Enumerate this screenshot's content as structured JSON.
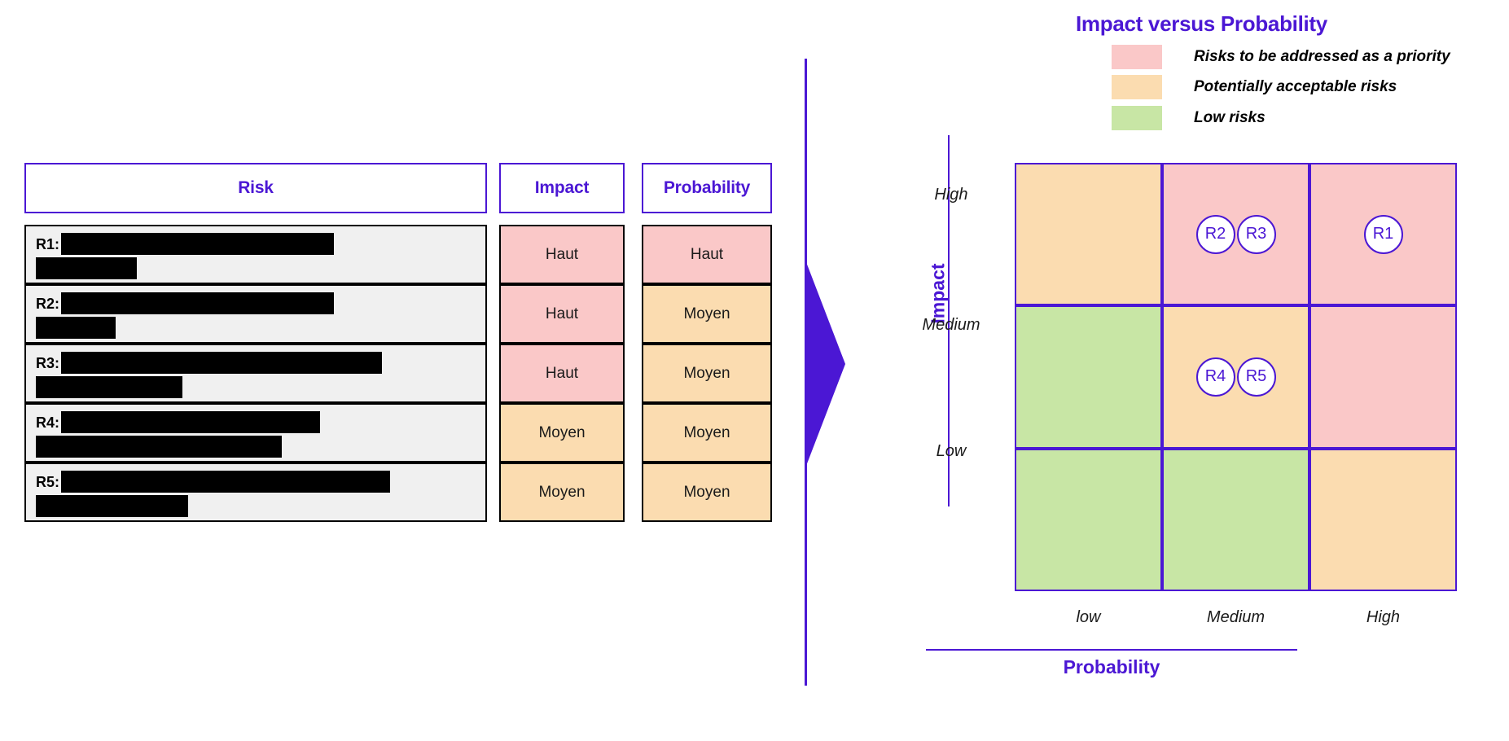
{
  "colors": {
    "accent": "#4b17d4",
    "high_risk": "#fac8c8",
    "medium_risk": "#fbdcb0",
    "low_risk": "#c8e6a5",
    "row_bg": "#f0f0f0",
    "redaction": "#000000"
  },
  "table": {
    "headers": {
      "risk": "Risk",
      "impact": "Impact",
      "probability": "Probability"
    },
    "rows": [
      {
        "id": "R1:",
        "bar1_width": 335,
        "bar2_width": 124,
        "impact": "Haut",
        "probability": "Haut",
        "impact_level": "high",
        "probability_level": "high"
      },
      {
        "id": "R2:",
        "bar1_width": 335,
        "bar2_width": 98,
        "impact": "Haut",
        "probability": "Moyen",
        "impact_level": "high",
        "probability_level": "medium"
      },
      {
        "id": "R3:",
        "bar1_width": 394,
        "bar2_width": 180,
        "impact": "Haut",
        "probability": "Moyen",
        "impact_level": "high",
        "probability_level": "medium"
      },
      {
        "id": "R4:",
        "bar1_width": 318,
        "bar2_width": 302,
        "impact": "Moyen",
        "probability": "Moyen",
        "impact_level": "medium",
        "probability_level": "medium"
      },
      {
        "id": "R5:",
        "bar1_width": 404,
        "bar2_width": 187,
        "impact": "Moyen",
        "probability": "Moyen",
        "impact_level": "medium",
        "probability_level": "medium"
      }
    ]
  },
  "matrix": {
    "title": "Impact versus Probability",
    "legend": [
      {
        "swatch": "#fac8c8",
        "label": "Risks to be addressed as a priority"
      },
      {
        "swatch": "#fbdcb0",
        "label": "Potentially acceptable risks"
      },
      {
        "swatch": "#c8e6a5",
        "label": "Low risks"
      }
    ],
    "y_axis_label": "Impact",
    "x_axis_label": "Probability",
    "y_ticks": [
      "High",
      "Medium",
      "Low"
    ],
    "x_ticks": [
      "low",
      "Medium",
      "High"
    ],
    "bubbles": [
      {
        "label": "R2",
        "col": 1,
        "row": 0
      },
      {
        "label": "R3",
        "col": 1,
        "row": 0
      },
      {
        "label": "R1",
        "col": 2,
        "row": 0
      },
      {
        "label": "R4",
        "col": 1,
        "row": 1
      },
      {
        "label": "R5",
        "col": 1,
        "row": 1
      }
    ]
  },
  "chart_data": {
    "type": "heatmap",
    "title": "Impact versus Probability",
    "xlabel": "Probability",
    "ylabel": "Impact",
    "x_categories": [
      "low",
      "Medium",
      "High"
    ],
    "y_categories": [
      "High",
      "Medium",
      "Low"
    ],
    "legend": [
      "Risks to be addressed as a priority",
      "Potentially acceptable risks",
      "Low risks"
    ],
    "cell_levels": [
      [
        "medium",
        "high",
        "high"
      ],
      [
        "low",
        "medium",
        "high"
      ],
      [
        "low",
        "low",
        "medium"
      ]
    ],
    "points": [
      {
        "name": "R1",
        "probability": "High",
        "impact": "High"
      },
      {
        "name": "R2",
        "probability": "Medium",
        "impact": "High"
      },
      {
        "name": "R3",
        "probability": "Medium",
        "impact": "High"
      },
      {
        "name": "R4",
        "probability": "Medium",
        "impact": "Medium"
      },
      {
        "name": "R5",
        "probability": "Medium",
        "impact": "Medium"
      }
    ]
  }
}
